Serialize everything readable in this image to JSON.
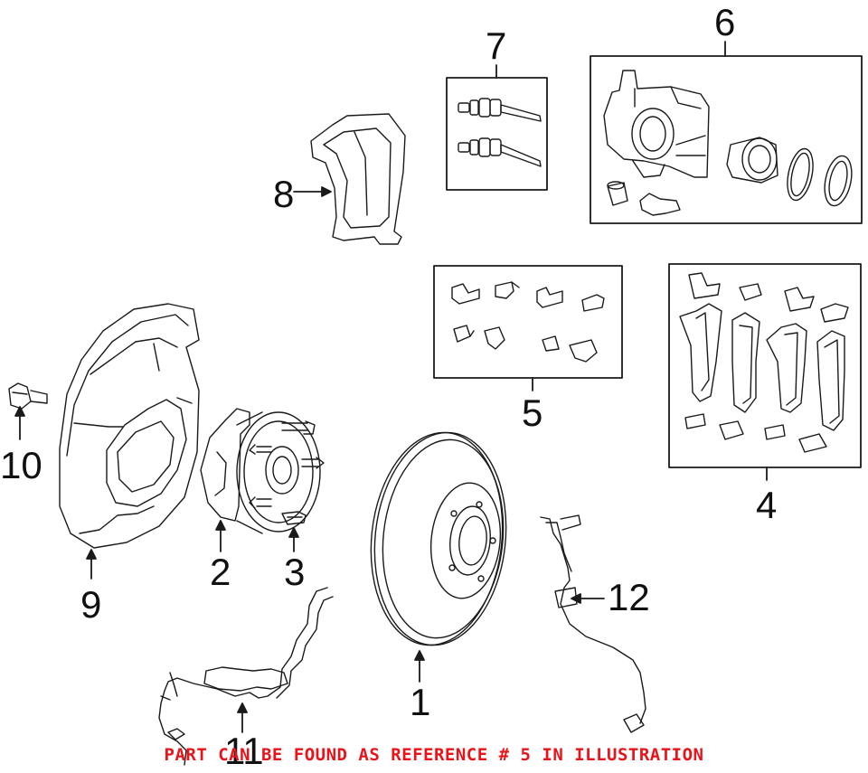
{
  "callouts": [
    {
      "id": "1",
      "text": "1"
    },
    {
      "id": "2",
      "text": "2"
    },
    {
      "id": "3",
      "text": "3"
    },
    {
      "id": "4",
      "text": "4"
    },
    {
      "id": "5",
      "text": "5"
    },
    {
      "id": "6",
      "text": "6"
    },
    {
      "id": "7",
      "text": "7"
    },
    {
      "id": "8",
      "text": "8"
    },
    {
      "id": "9",
      "text": "9"
    },
    {
      "id": "10",
      "text": "10"
    },
    {
      "id": "11",
      "text": "11"
    },
    {
      "id": "12",
      "text": "12"
    }
  ],
  "notice": {
    "text": "PART CAN BE FOUND AS REFERENCE # 5 IN ILLUSTRATION",
    "color": "#e8141a"
  }
}
